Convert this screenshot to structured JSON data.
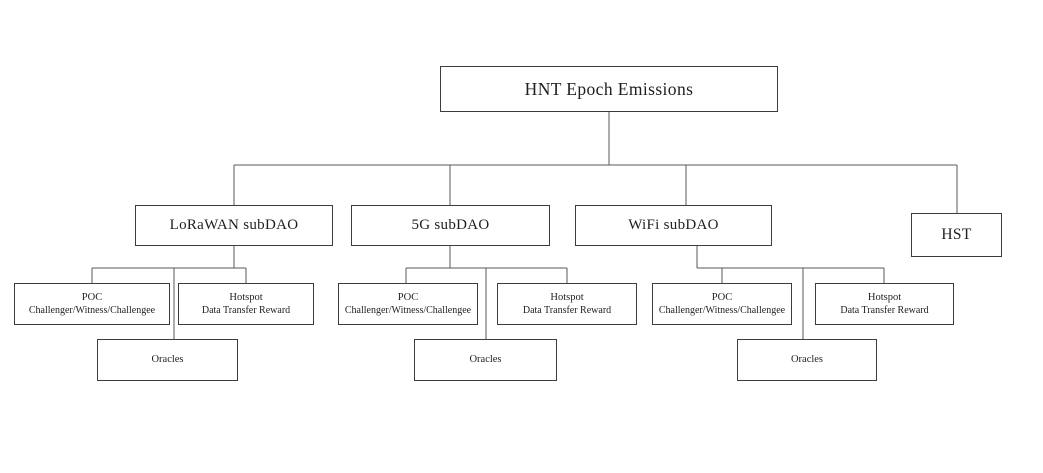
{
  "diagram": {
    "root": {
      "label": "HNT Epoch Emissions"
    },
    "subdaos": [
      {
        "label": "LoRaWAN subDAO",
        "children": {
          "poc": {
            "line1": "POC",
            "line2": "Challenger/Witness/Challengee"
          },
          "hotspot": {
            "line1": "Hotspot",
            "line2": "Data Transfer Reward"
          },
          "oracles": {
            "label": "Oracles"
          }
        }
      },
      {
        "label": "5G subDAO",
        "children": {
          "poc": {
            "line1": "POC",
            "line2": "Challenger/Witness/Challengee"
          },
          "hotspot": {
            "line1": "Hotspot",
            "line2": "Data Transfer Reward"
          },
          "oracles": {
            "label": "Oracles"
          }
        }
      },
      {
        "label": "WiFi subDAO",
        "children": {
          "poc": {
            "line1": "POC",
            "line2": "Challenger/Witness/Challengee"
          },
          "hotspot": {
            "line1": "Hotspot",
            "line2": "Data Transfer Reward"
          },
          "oracles": {
            "label": "Oracles"
          }
        }
      }
    ],
    "hst": {
      "label": "HST"
    },
    "colors": {
      "background": "#ffffff",
      "box_border": "#3c3c3c",
      "connector": "#5a5a5a",
      "text": "#1f1f1f"
    }
  }
}
